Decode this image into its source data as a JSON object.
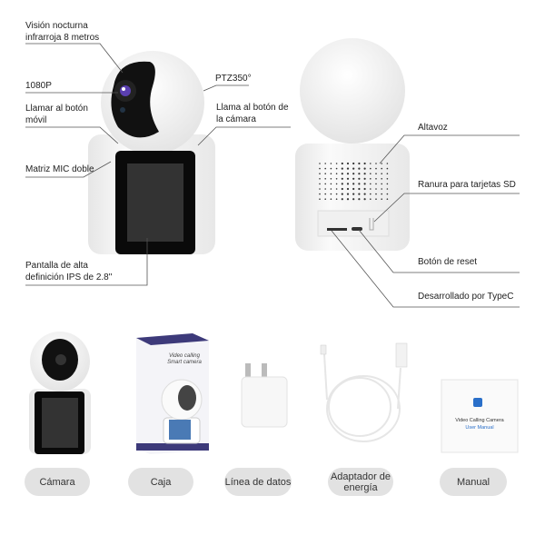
{
  "front_labels": {
    "night_vision": "Visión nocturna\ninfrarroja 8 metros",
    "resolution": "1080P",
    "call_mobile_button": "Llamar al botón\nmóvil",
    "dual_mic": "Matriz MIC doble",
    "screen": "Pantalla de alta\ndefinición IPS de 2.8\"",
    "ptz": "PTZ350°",
    "camera_call_button": "Llama al botón de\nla cámara"
  },
  "back_labels": {
    "speaker": "Altavoz",
    "sd_slot": "Ranura para tarjetas SD",
    "reset": "Botón de reset",
    "typec": "Desarrollado por TypeC"
  },
  "package": {
    "items": [
      {
        "label": "Cámara"
      },
      {
        "label": "Caja"
      },
      {
        "label": "Línea de datos"
      },
      {
        "label": "Adaptador de\nenergía"
      },
      {
        "label": "Manual"
      }
    ],
    "box_text": "Video calling\nSmart camera",
    "manual_title": "Video Calling Camera",
    "manual_subtitle": "User Manual"
  },
  "colors": {
    "pill_bg": "#e2e2e2",
    "line": "#555555",
    "box_accent": "#3d3a7a",
    "manual_blue": "#2a6fc9"
  }
}
